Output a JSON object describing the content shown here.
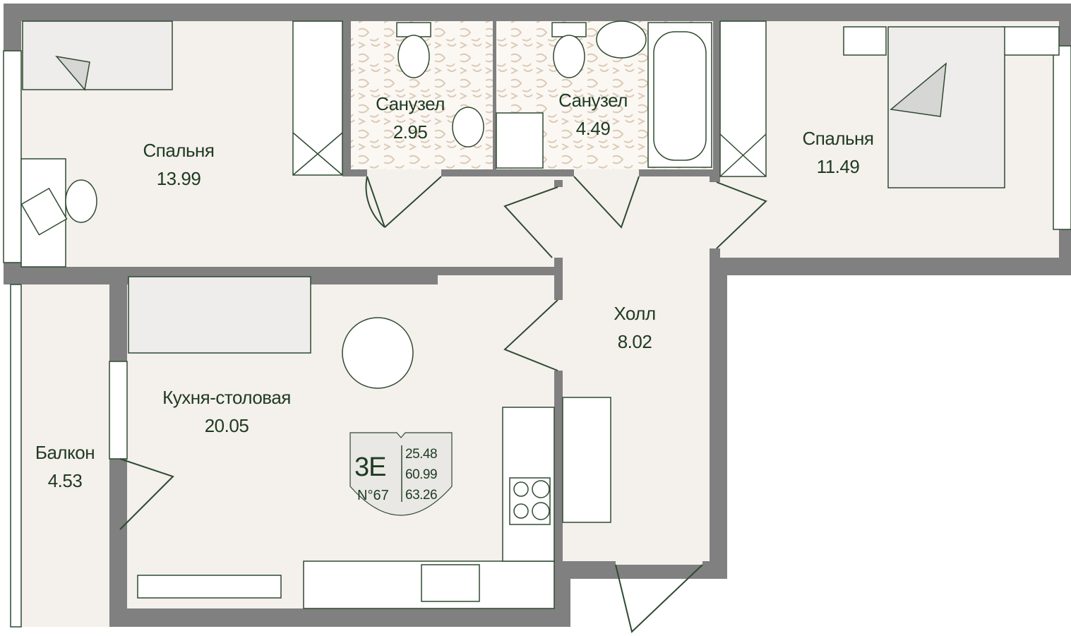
{
  "colors": {
    "wall": "#808080",
    "floor": "#f4f0ec",
    "line": "#2f4a31",
    "text": "#1f3a22",
    "tile": "#e0d0c0"
  },
  "rooms": [
    {
      "name": "Спальня",
      "area": "13.99"
    },
    {
      "name": "Санузел",
      "area": "2.95"
    },
    {
      "name": "Санузел",
      "area": "4.49"
    },
    {
      "name": "Спальня",
      "area": "11.49"
    },
    {
      "name": "Холл",
      "area": "8.02"
    },
    {
      "name": "Кухня-столовая",
      "area": "20.05"
    },
    {
      "name": "Балкон",
      "area": "4.53"
    }
  ],
  "badge": {
    "type": "3E",
    "number": "N°67",
    "areas": [
      "25.48",
      "60.99",
      "63.26"
    ]
  }
}
